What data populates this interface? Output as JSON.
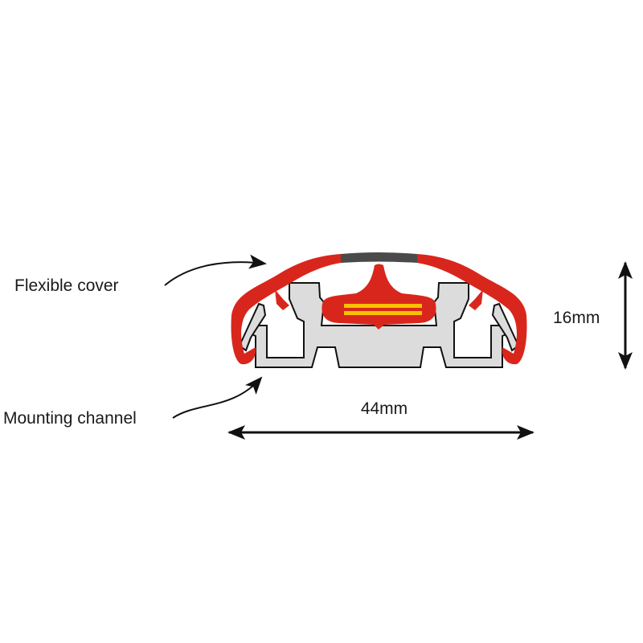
{
  "labels": {
    "cover": "Flexible cover",
    "channel": "Mounting channel",
    "width": "44mm",
    "height": "16mm"
  },
  "colors": {
    "cover": "#d9261c",
    "channel": "#dcdcdc",
    "outline": "#111111",
    "strip": "#4a4a4a",
    "reflector": "#f7c200"
  }
}
